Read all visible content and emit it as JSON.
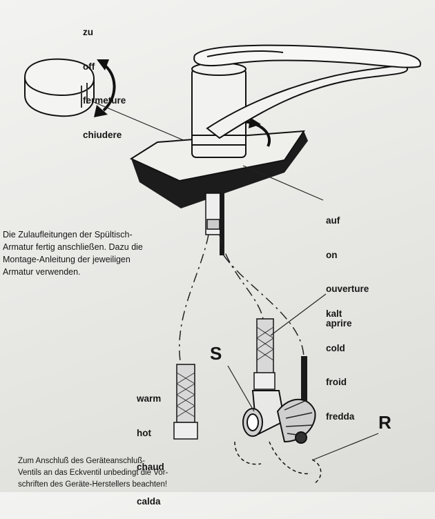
{
  "labels": {
    "close": [
      "zu",
      "off",
      "fermeture",
      "chiudere"
    ],
    "open": [
      "auf",
      "on",
      "ouverture",
      "aprire"
    ],
    "cold": [
      "kalt",
      "cold",
      "froid",
      "fredda"
    ],
    "warm": [
      "warm",
      "hot",
      "chaud",
      "calda"
    ],
    "s": "S",
    "r": "R"
  },
  "instructions": {
    "line1": "Die Zulaufleitungen der Spültisch-",
    "line2": "Armatur fertig anschließen. Dazu die",
    "line3": "Montage-Anleitung der jeweiligen",
    "line4": "Armatur verwenden."
  },
  "footer": {
    "line1": "Zum Anschluß des Geräteanschluß-",
    "line2": "Ventils an das Eckventil unbedingt die Vor-",
    "line3": "schriften des Geräte-Herstellers beachten!"
  }
}
